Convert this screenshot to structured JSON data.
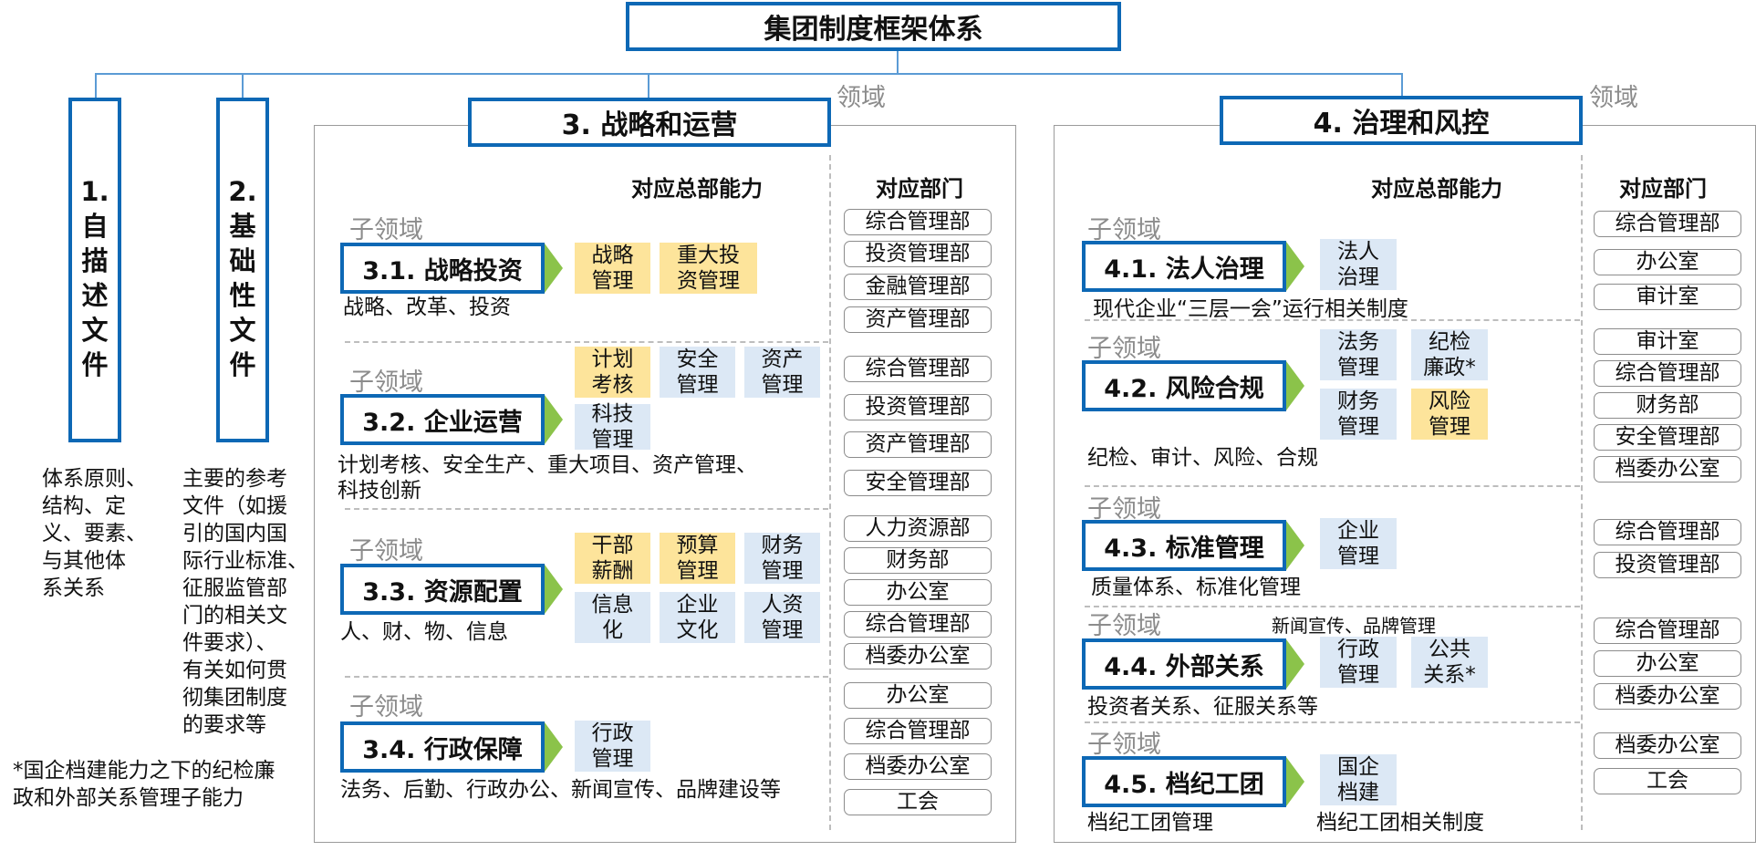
{
  "top_title": "集团制度框架体系",
  "domain_label": "领域",
  "subdomain_label": "子领域",
  "capability_header": "对应总部能力",
  "dept_header": "对应部门",
  "doc1": {
    "chars": [
      "1.",
      "自",
      "描",
      "述",
      "文",
      "件"
    ],
    "desc": [
      "体系原则、",
      "结构、定",
      "义、要素、",
      "与其他体",
      "系关系"
    ]
  },
  "doc2": {
    "chars": [
      "2.",
      "基",
      "础",
      "性",
      "文",
      "件"
    ],
    "desc": [
      "主要的参考",
      "文件（如援",
      "引的国内国",
      "际行业标准、",
      "征服监管部",
      "门的相关文",
      "件要求）、",
      "有关如何贯",
      "彻集团制度",
      "的要求等"
    ]
  },
  "footnote": [
    "*国企档建能力之下的纪检廉",
    "政和外部关系管理子能力"
  ],
  "domain3": {
    "title": "3. 战略和运营",
    "subs": [
      {
        "title": "3.1. 战略投资",
        "caption": "战略、改革、投资",
        "caps": [
          {
            "t": "战略\n管理",
            "c": "yellow"
          },
          {
            "t": "重大投\n资管理",
            "c": "yellow"
          }
        ],
        "depts": [
          "综合管理部",
          "投资管理部",
          "金融管理部",
          "资产管理部"
        ]
      },
      {
        "title": "3.2. 企业运营",
        "caption": "计划考核、安全生产、重大项目、资产管理、\n科技创新",
        "caps": [
          {
            "t": "计划\n考核",
            "c": "yellow"
          },
          {
            "t": "安全\n管理",
            "c": "blue"
          },
          {
            "t": "资产\n管理",
            "c": "blue"
          },
          {
            "t": "科技\n管理",
            "c": "blue"
          }
        ],
        "depts": [
          "综合管理部",
          "投资管理部",
          "资产管理部",
          "安全管理部"
        ]
      },
      {
        "title": "3.3. 资源配置",
        "caption": "人、财、物、信息",
        "caps": [
          {
            "t": "干部\n薪酬",
            "c": "yellow"
          },
          {
            "t": "预算\n管理",
            "c": "yellow"
          },
          {
            "t": "财务\n管理",
            "c": "blue"
          },
          {
            "t": "信息\n化",
            "c": "blue"
          },
          {
            "t": "企业\n文化",
            "c": "blue"
          },
          {
            "t": "人资\n管理",
            "c": "blue"
          }
        ],
        "depts": [
          "人力资源部",
          "财务部",
          "办公室",
          "综合管理部",
          "档委办公室"
        ]
      },
      {
        "title": "3.4. 行政保障",
        "caption": "法务、后勤、行政办公、新闻宣传、品牌建设等",
        "caps": [
          {
            "t": "行政\n管理",
            "c": "blue"
          }
        ],
        "depts": [
          "办公室",
          "综合管理部",
          "档委办公室",
          "工会"
        ]
      }
    ]
  },
  "domain4": {
    "title": "4. 治理和风控",
    "subs": [
      {
        "title": "4.1. 法人治理",
        "caption": "现代企业“三层一会”运行相关制度",
        "caps": [
          {
            "t": "法人\n治理",
            "c": "blue"
          }
        ],
        "depts": [
          "综合管理部",
          "办公室",
          "审计室"
        ]
      },
      {
        "title": "4.2. 风险合规",
        "caption": "纪检、审计、风险、合规",
        "caps": [
          {
            "t": "法务\n管理",
            "c": "blue"
          },
          {
            "t": "纪检\n廉政*",
            "c": "blue"
          },
          {
            "t": "财务\n管理",
            "c": "blue"
          },
          {
            "t": "风险\n管理",
            "c": "yellow"
          }
        ],
        "depts": [
          "审计室",
          "综合管理部",
          "财务部",
          "安全管理部",
          "档委办公室"
        ]
      },
      {
        "title": "4.3. 标准管理",
        "caption": "质量体系、标准化管理",
        "caps": [
          {
            "t": "企业\n管理",
            "c": "blue"
          }
        ],
        "depts": [
          "综合管理部",
          "投资管理部"
        ]
      },
      {
        "title": "4.4. 外部关系",
        "caption": "投资者关系、征服关系等",
        "note": "新闻宣传、品牌管理",
        "caps": [
          {
            "t": "行政\n管理",
            "c": "blue"
          },
          {
            "t": "公共\n关系*",
            "c": "blue"
          }
        ],
        "depts": [
          "综合管理部",
          "办公室",
          "档委办公室"
        ]
      },
      {
        "title": "4.5. 档纪工团",
        "caption": "档纪工团管理",
        "caption2": "档纪工团相关制度",
        "caps": [
          {
            "t": "国企\n档建",
            "c": "blue"
          }
        ],
        "depts": [
          "档委办公室",
          "工会"
        ]
      }
    ]
  }
}
